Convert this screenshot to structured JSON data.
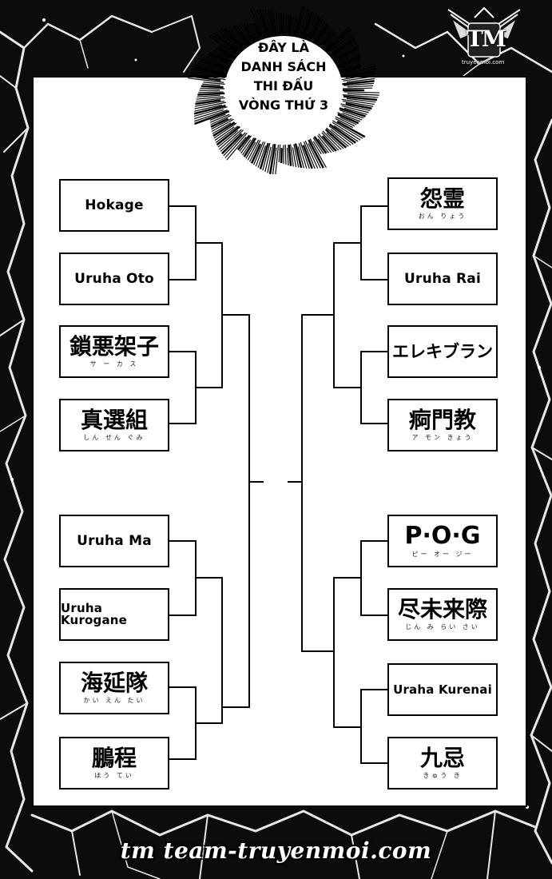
{
  "title_lines": [
    "ĐÂY LÀ",
    "DANH SÁCH",
    "THI ĐẤU",
    "VÒNG THỨ 3"
  ],
  "logo": {
    "main": "TM",
    "sub": "truyenmoi.com"
  },
  "footer": "tm team-truyenmoi.com",
  "left_teams": [
    {
      "name": "Hokage",
      "ruby": ""
    },
    {
      "name": "Uruha Oto",
      "ruby": ""
    },
    {
      "name": "鎖悪架子",
      "ruby": "サ ー カ ス"
    },
    {
      "name": "真選組",
      "ruby": "しん せん ぐみ"
    },
    {
      "name": "Uruha Ma",
      "ruby": ""
    },
    {
      "name": "Uruha Kurogane",
      "ruby": ""
    },
    {
      "name": "海延隊",
      "ruby": "かい えん たい"
    },
    {
      "name": "鵬程",
      "ruby": "ほう てい"
    }
  ],
  "right_teams": [
    {
      "name": "怨霊",
      "ruby": "おん りょう"
    },
    {
      "name": "Uruha Rai",
      "ruby": ""
    },
    {
      "name": "エレキブラン",
      "ruby": ""
    },
    {
      "name": "痾門教",
      "ruby": "ア モン きょう"
    },
    {
      "name": "P·O·G",
      "ruby": "ピー オー ジー"
    },
    {
      "name": "尽未来際",
      "ruby": "じん み らい さい"
    },
    {
      "name": "Uraha Kurenai",
      "ruby": ""
    },
    {
      "name": "九忌",
      "ruby": "きゅう き"
    }
  ],
  "colors": {
    "background": "#111111",
    "panel": "#ffffff",
    "ink": "#000000",
    "cracks": "#e8e8e8"
  }
}
